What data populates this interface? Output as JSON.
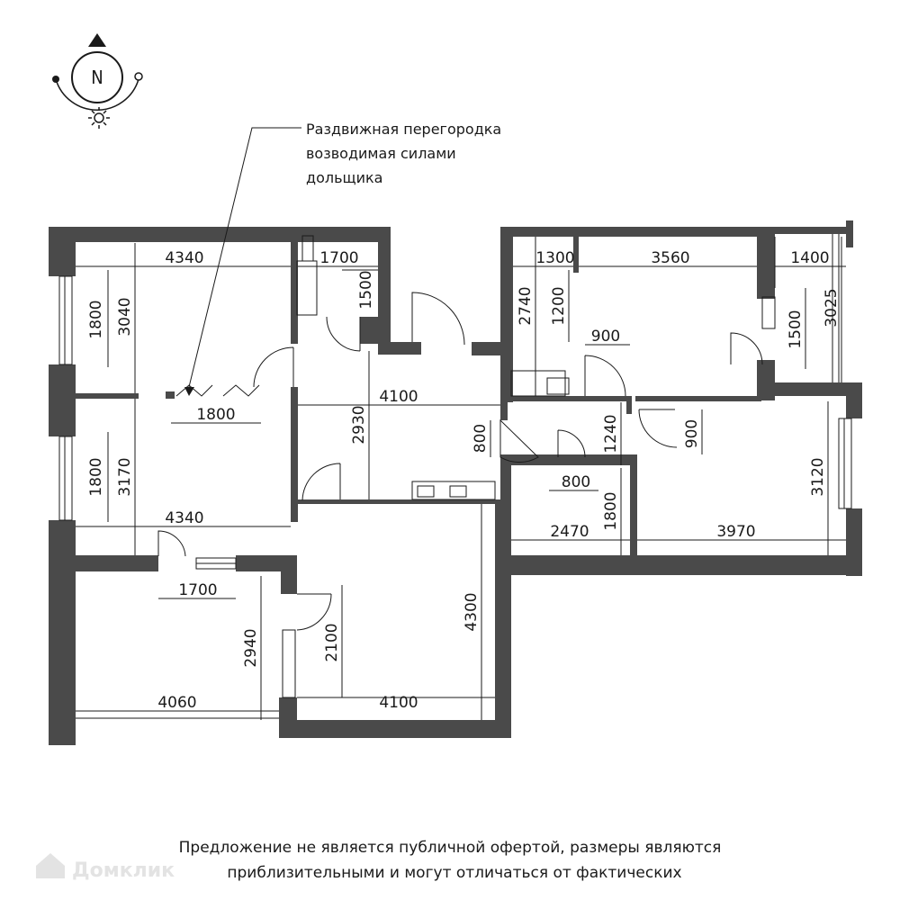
{
  "compass": {
    "label": "N",
    "icon": "compass-north-icon",
    "sun_icon": "sun-icon"
  },
  "annotation": {
    "lines": [
      "Раздвижная перегородка",
      "возводимая силами",
      "дольщика"
    ]
  },
  "dimensions": {
    "bedroom_top_left_width": "4340",
    "bedroom_top_left_height": "3040",
    "bedroom_top_left_window": "1800",
    "bathroom_top_width": "1700",
    "bathroom_top_height": "1500",
    "partition_width": "1800",
    "hall_width": "4100",
    "hall_height": "2930",
    "bedroom_mid_left_window": "1800",
    "bedroom_mid_left_height": "3170",
    "bedroom_mid_left_width": "4340",
    "balcony_door": "1700",
    "balcony_height": "2940",
    "balcony_width": "4060",
    "living_width": "4100",
    "living_height": "4300",
    "living_door": "2100",
    "closet_door": "800",
    "bath_right_width": "1300",
    "bath_right_height": "2740",
    "bath_right_inner": "1200",
    "kitchen_width": "3560",
    "kitchen_door": "900",
    "loggia_width": "1400",
    "loggia_door": "1500",
    "loggia_height": "3025",
    "corridor_height": "1240",
    "corridor_door": "900",
    "wc_door": "800",
    "wc_height": "1800",
    "wc_width": "2470",
    "bedroom_right_width": "3970",
    "bedroom_right_height": "3120"
  },
  "disclaimer": {
    "line1": "Предложение не является публичной офертой, размеры являются",
    "line2": "приблизительными и могут отличаться от фактических"
  },
  "watermark": {
    "text": "Домклик"
  },
  "colors": {
    "wall": "#4a4a4a",
    "line": "#1a1a1a",
    "watermark": "#e3e3e3"
  }
}
